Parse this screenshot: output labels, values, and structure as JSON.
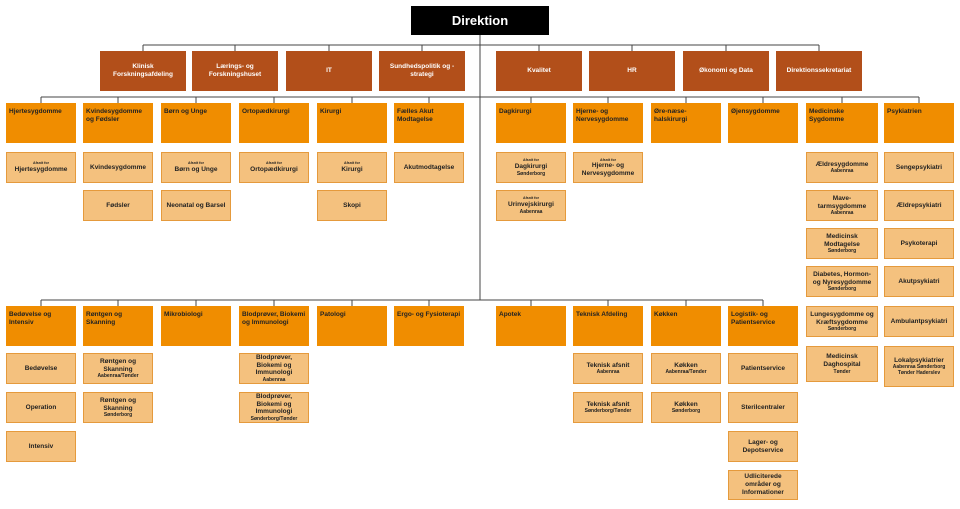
{
  "top": "Direktion",
  "staff": [
    "Klinisk Forskningsafdeling",
    "Lærings- og Forskningshuset",
    "IT",
    "Sundhedspolitik og -strategi",
    "Kvalitet",
    "HR",
    "Økonomi og Data",
    "Direktionssekretariat"
  ],
  "row1": [
    {
      "name": "Hjertesygdomme",
      "units": [
        {
          "pre": "Afsnit for",
          "name": "Hjertesygdomme"
        }
      ]
    },
    {
      "name": "Kvindesygdomme og Fødsler",
      "units": [
        {
          "name": "Kvindesygdomme"
        },
        {
          "name": "Fødsler"
        }
      ]
    },
    {
      "name": "Børn og Unge",
      "units": [
        {
          "pre": "Afsnit for",
          "name": "Børn og Unge"
        },
        {
          "name": "Neonatal og Barsel"
        }
      ]
    },
    {
      "name": "Ortopædkirurgi",
      "units": [
        {
          "pre": "Afsnit for",
          "name": "Ortopædkirurgi"
        }
      ]
    },
    {
      "name": "Kirurgi",
      "units": [
        {
          "pre": "Afsnit for",
          "name": "Kirurgi"
        },
        {
          "name": "Skopi"
        }
      ]
    },
    {
      "name": "Fælles Akut Modtagelse",
      "units": [
        {
          "name": "Akutmodtagelse"
        }
      ]
    },
    {
      "name": "Dagkirurgi",
      "units": [
        {
          "pre": "Afsnit for",
          "name": "Dagkirurgi",
          "sub": "Sønderborg"
        },
        {
          "pre": "Afsnit for",
          "name": "Urinvejskirurgi",
          "sub": "Aabenraa"
        }
      ]
    },
    {
      "name": "Hjerne- og Nervesygdomme",
      "units": [
        {
          "pre": "Afsnit for",
          "name": "Hjerne- og Nervesygdomme"
        }
      ]
    },
    {
      "name": "Øre-næse-halskirurgi",
      "units": []
    },
    {
      "name": "Øjensygdomme",
      "units": []
    },
    {
      "name": "Medicinske Sygdomme",
      "units": [
        {
          "name": "Ældresygdomme",
          "sub": "Aabenraa"
        },
        {
          "name": "Mave-tarmsygdomme",
          "sub": "Aabenraa"
        },
        {
          "name": "Medicinsk Modtagelse",
          "sub": "Sønderborg"
        },
        {
          "name": "Diabetes, Hormon- og Nyresygdomme",
          "sub": "Sønderborg"
        },
        {
          "name": "Lungesygdomme og Kræftsygdomme",
          "sub": "Sønderborg"
        },
        {
          "name": "Medicinsk Daghospital",
          "sub": "Tønder"
        }
      ]
    },
    {
      "name": "Psykiatrien",
      "units": [
        {
          "name": "Sengepsykiatri"
        },
        {
          "name": "Ældrepsykiatri"
        },
        {
          "name": "Psykoterapi"
        },
        {
          "name": "Akutpsykiatri"
        },
        {
          "name": "Ambulantpsykiatri"
        },
        {
          "name": "Lokalpsykiatrier",
          "sub": "Aabenraa Sønderborg Tønder Haderslev"
        }
      ]
    }
  ],
  "row2": [
    {
      "name": "Bedøvelse og Intensiv",
      "units": [
        {
          "name": "Bedøvelse"
        },
        {
          "name": "Operation"
        },
        {
          "name": "Intensiv"
        }
      ]
    },
    {
      "name": "Røntgen og Skanning",
      "units": [
        {
          "name": "Røntgen og Skanning",
          "sub": "Aabenraa/Tønder"
        },
        {
          "name": "Røntgen og Skanning",
          "sub": "Sønderborg"
        }
      ]
    },
    {
      "name": "Mikrobiologi",
      "units": []
    },
    {
      "name": "Blodprøver, Biokemi og Immunologi",
      "units": [
        {
          "name": "Blodprøver, Biokemi og Immunologi",
          "sub": "Aabenraa"
        },
        {
          "name": "Blodprøver, Biokemi og Immunologi",
          "sub": "Sønderborg/Tønder"
        }
      ]
    },
    {
      "name": "Patologi",
      "units": []
    },
    {
      "name": "Ergo- og Fysioterapi",
      "units": []
    },
    {
      "name": "Apotek",
      "units": []
    },
    {
      "name": "Teknisk Afdeling",
      "units": [
        {
          "name": "Teknisk afsnit",
          "sub": "Aabenraa"
        },
        {
          "name": "Teknisk afsnit",
          "sub": "Sønderborg/Tønder"
        }
      ]
    },
    {
      "name": "Køkken",
      "units": [
        {
          "name": "Køkken",
          "sub": "Aabenraa/Tønder"
        },
        {
          "name": "Køkken",
          "sub": "Sønderborg"
        }
      ]
    },
    {
      "name": "Logistik- og Patientservice",
      "units": [
        {
          "name": "Patientservice"
        },
        {
          "name": "Sterilcentraler"
        },
        {
          "name": "Lager- og Depotservice"
        },
        {
          "name": "Udliciterede områder og Informationer"
        }
      ]
    }
  ]
}
